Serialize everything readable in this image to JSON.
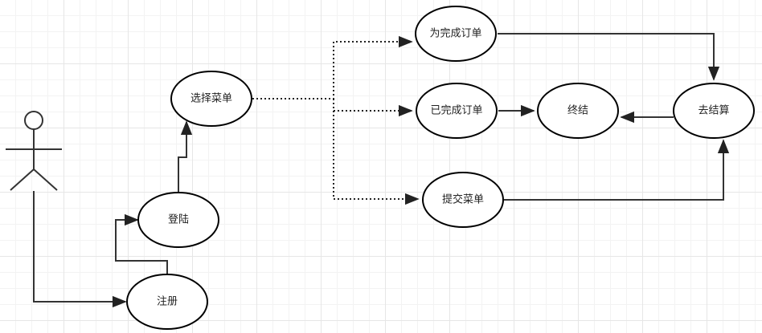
{
  "diagram": {
    "actor": {
      "icon": "stick-figure-actor-icon"
    },
    "nodes": [
      {
        "id": "register",
        "label": "注册"
      },
      {
        "id": "login",
        "label": "登陆"
      },
      {
        "id": "select_menu",
        "label": "选择菜单"
      },
      {
        "id": "incomplete_order",
        "label": "为完成订单"
      },
      {
        "id": "completed_order",
        "label": "已完成订单"
      },
      {
        "id": "submit_menu",
        "label": "提交菜单"
      },
      {
        "id": "terminate",
        "label": "终结"
      },
      {
        "id": "checkout",
        "label": "去结算"
      }
    ],
    "edges": [
      {
        "from": "actor",
        "to": "register",
        "style": "solid"
      },
      {
        "from": "register",
        "to": "login",
        "style": "solid"
      },
      {
        "from": "login",
        "to": "select_menu",
        "style": "solid"
      },
      {
        "from": "select_menu",
        "to": "incomplete_order",
        "style": "dotted"
      },
      {
        "from": "select_menu",
        "to": "completed_order",
        "style": "dotted"
      },
      {
        "from": "select_menu",
        "to": "submit_menu",
        "style": "dotted"
      },
      {
        "from": "incomplete_order",
        "to": "checkout",
        "style": "solid"
      },
      {
        "from": "completed_order",
        "to": "terminate",
        "style": "solid"
      },
      {
        "from": "checkout",
        "to": "terminate",
        "style": "solid"
      },
      {
        "from": "submit_menu",
        "to": "checkout",
        "style": "solid"
      }
    ]
  }
}
